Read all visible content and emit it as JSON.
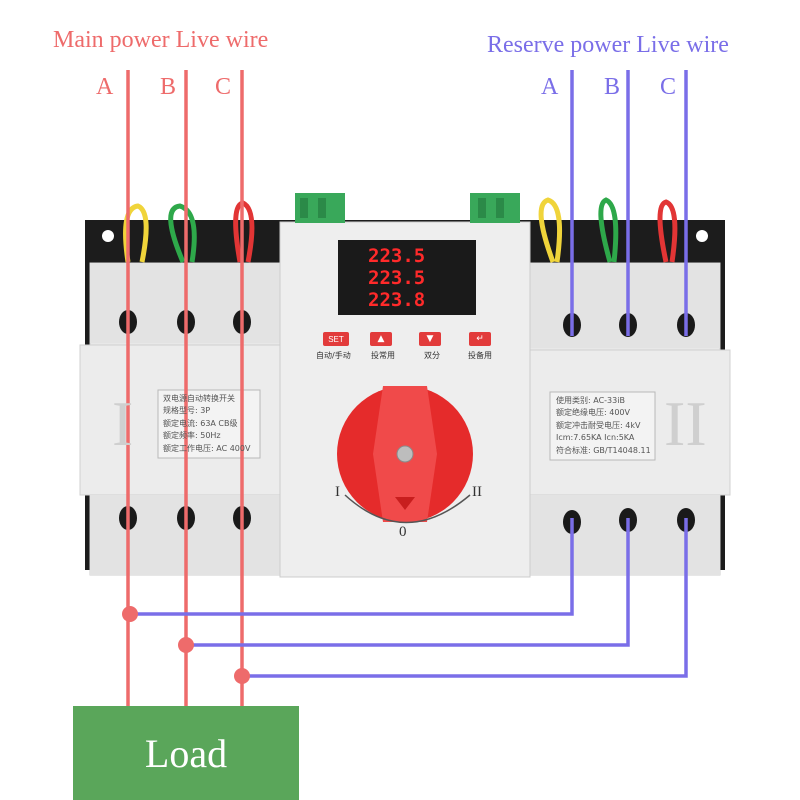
{
  "labels": {
    "main_power": "Main power Live wire",
    "reserve_power": "Reserve power Live wire",
    "main_phases": [
      "A",
      "B",
      "C"
    ],
    "reserve_phases": [
      "A",
      "B",
      "C"
    ],
    "load": "Load"
  },
  "device": {
    "display_rows": [
      "223.5",
      "223.5",
      "223.8"
    ],
    "buttons": [
      {
        "symbol": "SET",
        "label": "自动/手动"
      },
      {
        "symbol": "▲",
        "label": "投常用"
      },
      {
        "symbol": "▼",
        "label": "双分"
      },
      {
        "symbol": "↵",
        "label": "投备用"
      }
    ],
    "left_module_roman": "I",
    "right_module_roman": "II",
    "left_spec": [
      "双电源自动转换开关",
      "规格型号:                  3P",
      "额定电流: 63A        CB级",
      "额定频率: 50Hz",
      "额定工作电压:   AC 400V"
    ],
    "right_spec": [
      "使用类别: AC-33iB",
      "额定绝缘电压: 400V",
      "额定冲击耐受电压: 4kV",
      "Icm:7.65KA   Icn:5KA",
      "符合标准: GB/T14048.11"
    ],
    "dial_positions": [
      "I",
      "0",
      "II"
    ]
  },
  "colors": {
    "main_wire": "#ee6b6b",
    "reserve_wire": "#7a6ee8",
    "load_box": "#5aa65a",
    "knob": "#e52b2b",
    "display_digits": "#ff2a2a",
    "button_red": "#e23b3b"
  }
}
